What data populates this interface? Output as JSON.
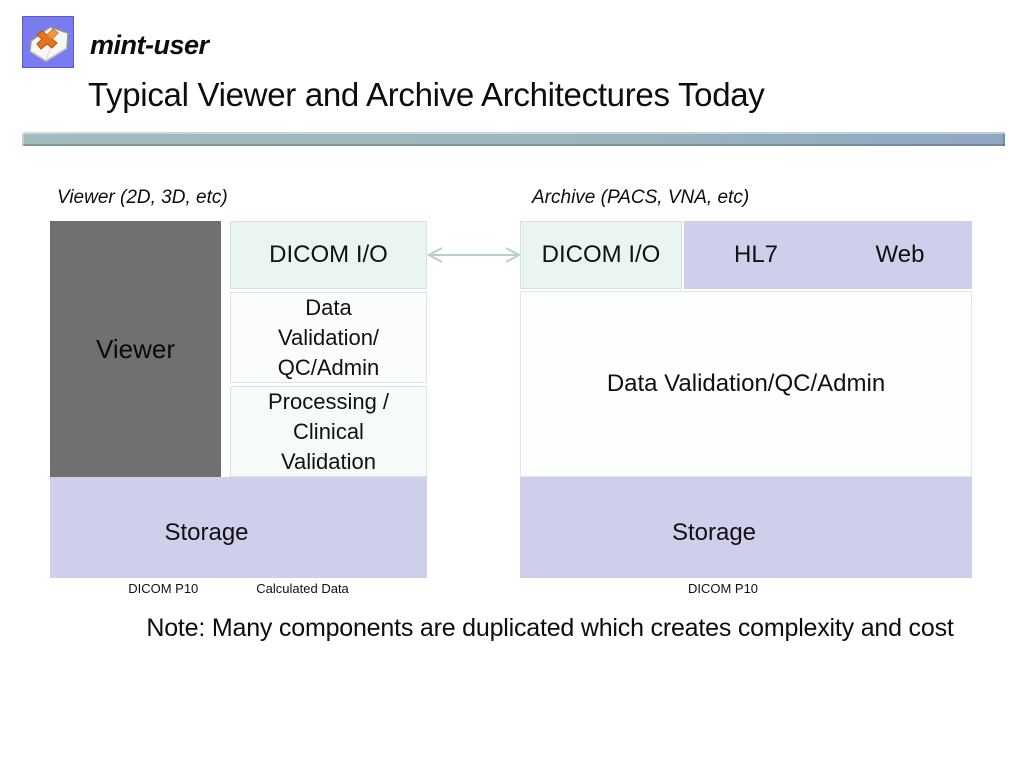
{
  "header": {
    "brand": "mint-user",
    "title": "Typical Viewer and Archive Architectures Today"
  },
  "viewer": {
    "label": "Viewer (2D, 3D, etc)",
    "main_box": "Viewer",
    "components": [
      {
        "id": "dicom-io",
        "label": "DICOM I/O"
      },
      {
        "id": "data-validation",
        "label": "Data\nValidation/\nQC/Admin"
      },
      {
        "id": "processing",
        "label": "Processing /\nClinical\nValidation"
      }
    ],
    "storage": {
      "title": "Storage",
      "items": [
        "DICOM P10",
        "Calculated Data"
      ]
    }
  },
  "archive": {
    "label": "Archive (PACS, VNA, etc)",
    "components": [
      {
        "id": "dicom-io",
        "label": "DICOM I/O"
      },
      {
        "id": "hl7",
        "label": "HL7"
      },
      {
        "id": "web",
        "label": "Web"
      },
      {
        "id": "data-validation",
        "label": "Data Validation/QC/Admin"
      }
    ],
    "storage": {
      "title": "Storage",
      "items": [
        "DICOM P10"
      ]
    }
  },
  "note": "Note: Many components are duplicated which creates complexity and cost",
  "colors": {
    "mint_box": "#eaf4f1",
    "lavender_box": "#d0cfeb",
    "viewer_gray": "#707070",
    "bar_left": "#a2bbbd",
    "bar_right": "#8fa7c3",
    "arrow": "#b7cfcc",
    "logo_blue": "#7b7bf0",
    "logo_orange": "#e8731f"
  }
}
